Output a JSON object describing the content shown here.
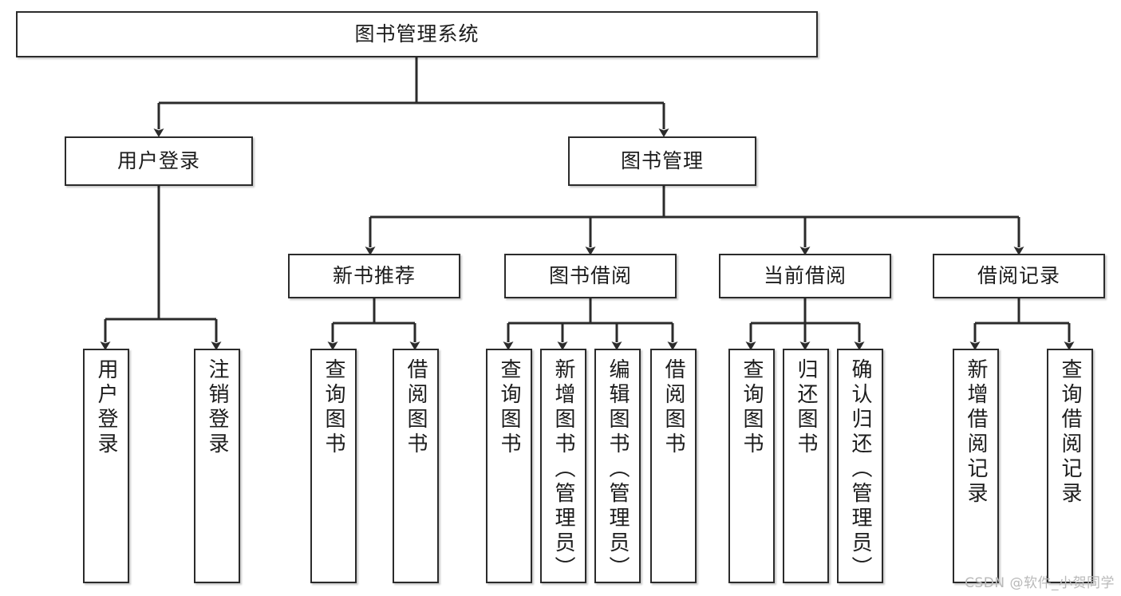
{
  "diagram": {
    "title": "图书管理系统",
    "type": "tree-diagram",
    "watermark": "CSDN @软件_小贺同学",
    "colors": {
      "box_border": "#2b2b2b",
      "box_fill": "#ffffff",
      "edge": "#2b2b2b",
      "text": "#1c1c1c",
      "watermark": "#b9b9b9",
      "background": "#ffffff"
    },
    "nodes": {
      "root": {
        "label": "图书管理系统"
      },
      "level2": [
        {
          "label": "用户登录"
        },
        {
          "label": "图书管理"
        }
      ],
      "level3": [
        {
          "label": "新书推荐"
        },
        {
          "label": "图书借阅"
        },
        {
          "label": "当前借阅"
        },
        {
          "label": "借阅记录"
        }
      ],
      "leaves": {
        "user_login": [
          {
            "label": "用户登录"
          },
          {
            "label": "注销登录"
          }
        ],
        "new_book_recommend": [
          {
            "label": "查询图书"
          },
          {
            "label": "借阅图书"
          }
        ],
        "book_borrow": [
          {
            "label": "查询图书"
          },
          {
            "label": "新增图书（管理员）"
          },
          {
            "label": "编辑图书（管理员）"
          },
          {
            "label": "借阅图书"
          }
        ],
        "current_borrow": [
          {
            "label": "查询图书"
          },
          {
            "label": "归还图书"
          },
          {
            "label": "确认归还（管理员）"
          }
        ],
        "borrow_record": [
          {
            "label": "新增借阅记录"
          },
          {
            "label": "查询借阅记录"
          }
        ]
      }
    }
  }
}
